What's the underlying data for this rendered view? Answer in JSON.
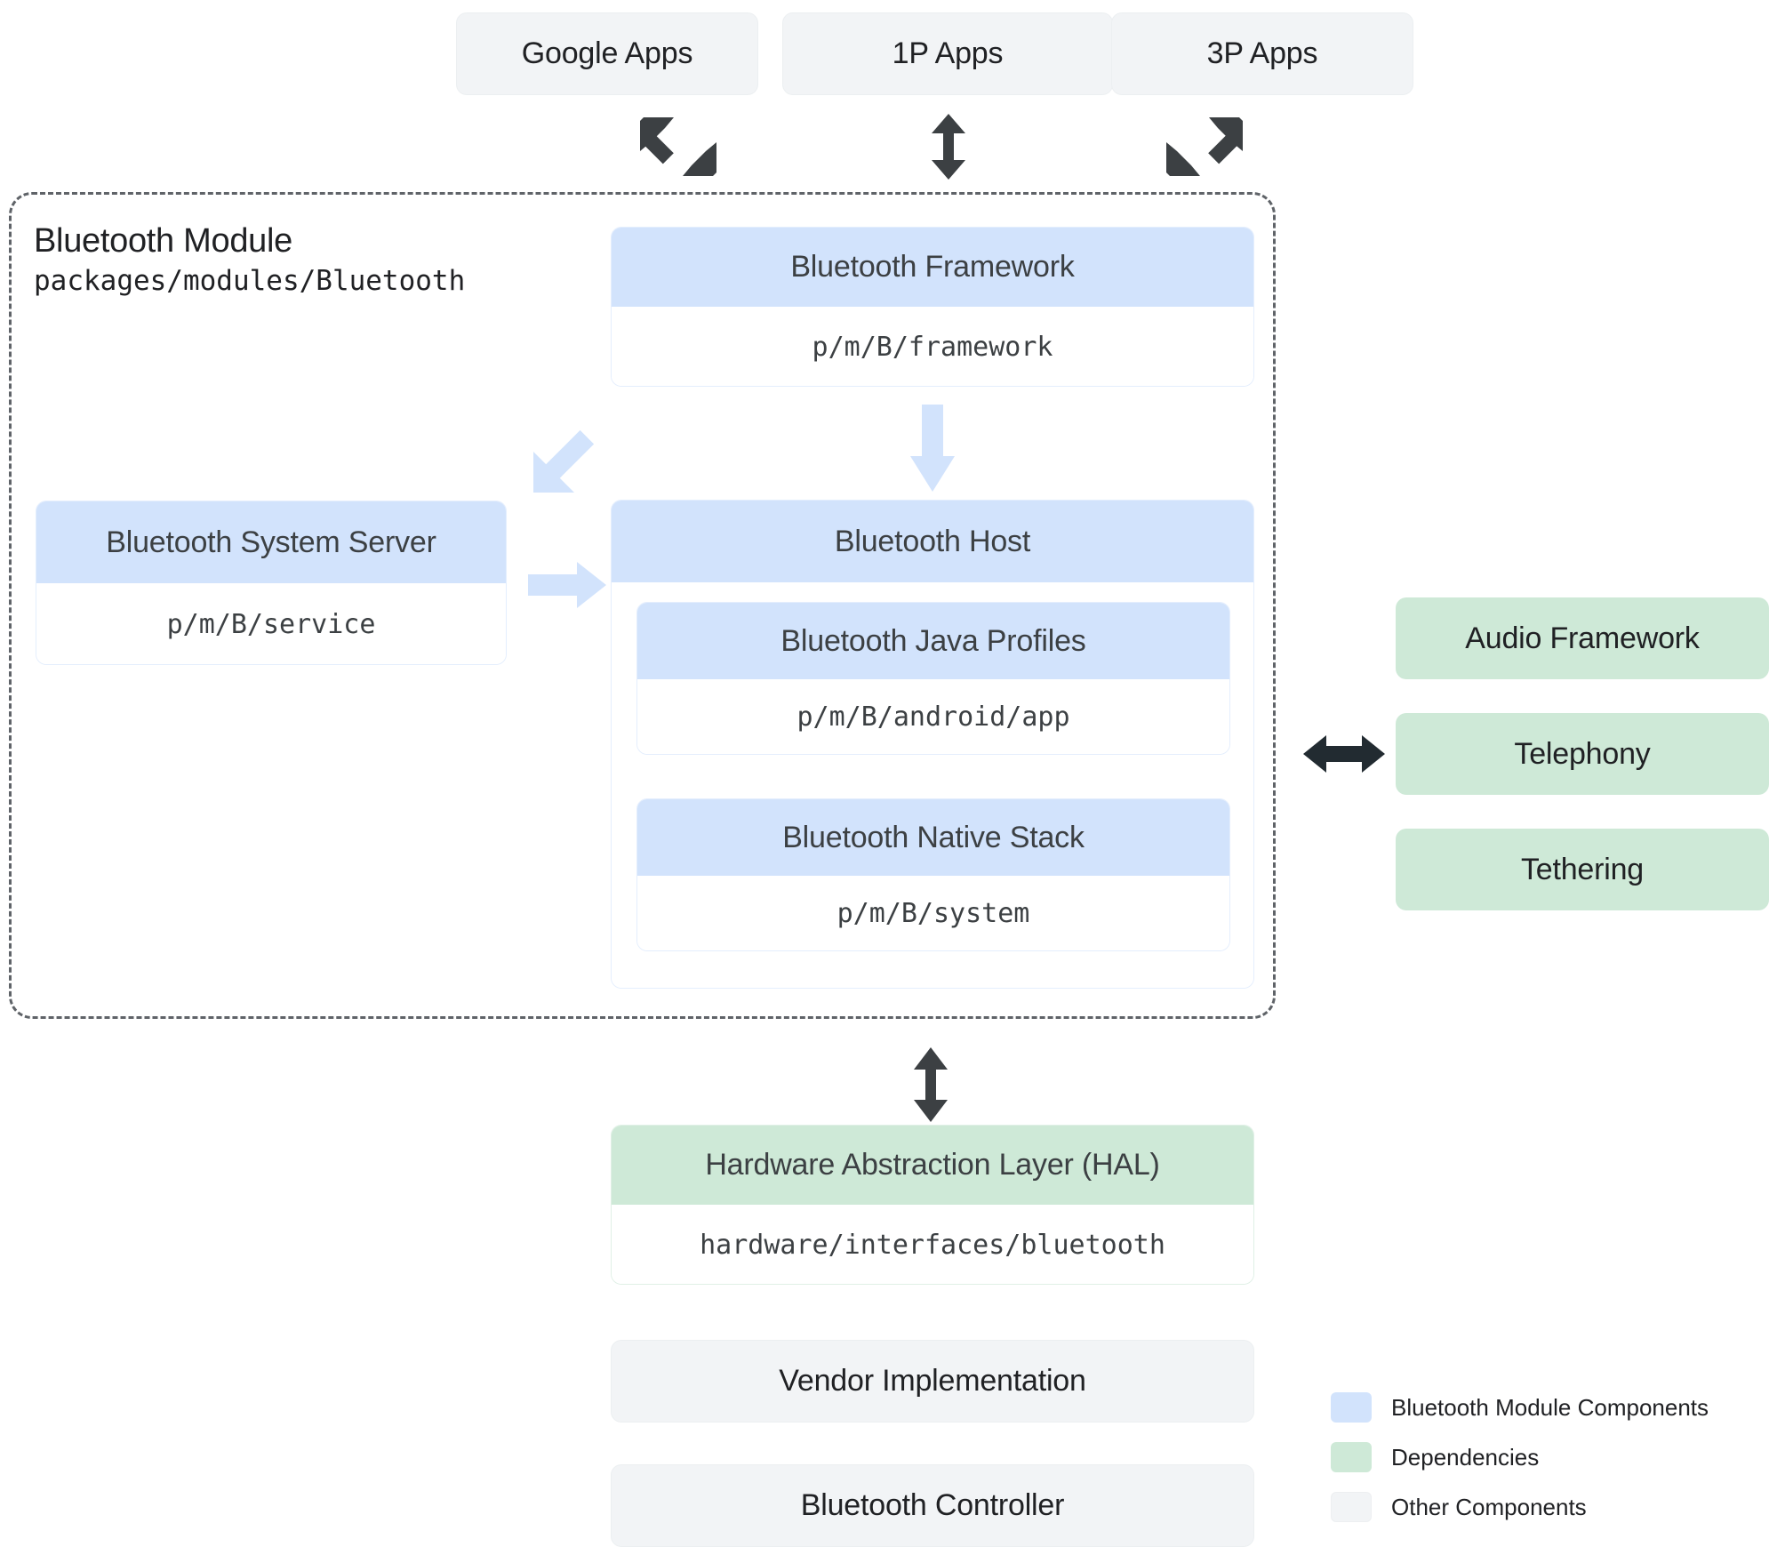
{
  "top_apps": [
    {
      "label": "Google Apps"
    },
    {
      "label": "1P Apps"
    },
    {
      "label": "3P Apps"
    }
  ],
  "module": {
    "title": "Bluetooth Module",
    "path": "packages/modules/Bluetooth"
  },
  "framework": {
    "title": "Bluetooth Framework",
    "path": "p/m/B/framework"
  },
  "system_server": {
    "title": "Bluetooth System Server",
    "path": "p/m/B/service"
  },
  "host": {
    "title": "Bluetooth Host",
    "children": [
      {
        "title": "Bluetooth Java Profiles",
        "path": "p/m/B/android/app"
      },
      {
        "title": "Bluetooth Native Stack",
        "path": "p/m/B/system"
      }
    ]
  },
  "dependencies": [
    {
      "label": "Audio Framework"
    },
    {
      "label": "Telephony"
    },
    {
      "label": "Tethering"
    }
  ],
  "hal": {
    "title": "Hardware Abstraction Layer (HAL)",
    "path": "hardware/interfaces/bluetooth"
  },
  "bottom": [
    {
      "label": "Vendor Implementation"
    },
    {
      "label": "Bluetooth Controller"
    }
  ],
  "legend": [
    {
      "label": "Bluetooth Module Components",
      "color": "#d2e3fc"
    },
    {
      "label": "Dependencies",
      "color": "#cee9d7"
    },
    {
      "label": "Other Components",
      "color": "#f2f4f6"
    }
  ],
  "colors": {
    "module_blue": "#d2e3fc",
    "dependency_green": "#cee9d7",
    "other_grey": "#f2f4f6",
    "arrow_dark": "#3c4043",
    "arrow_light_blue": "#d2e3fc",
    "dashed_border": "#5f6368"
  },
  "arrows": [
    {
      "name": "google-apps-to-module",
      "style": "double",
      "direction": "diagonal-nwse",
      "color": "#3c4043"
    },
    {
      "name": "1p-apps-to-framework",
      "style": "double",
      "direction": "vertical",
      "color": "#3c4043"
    },
    {
      "name": "3p-apps-to-module",
      "style": "double",
      "direction": "diagonal-nesw",
      "color": "#3c4043"
    },
    {
      "name": "framework-to-system-server",
      "style": "single",
      "direction": "down-left",
      "color": "#d2e3fc"
    },
    {
      "name": "framework-to-host",
      "style": "single",
      "direction": "down",
      "color": "#d2e3fc"
    },
    {
      "name": "system-server-to-host",
      "style": "single",
      "direction": "right",
      "color": "#d2e3fc"
    },
    {
      "name": "host-to-dependencies",
      "style": "double",
      "direction": "horizontal",
      "color": "#3c4043"
    },
    {
      "name": "module-to-hal",
      "style": "double",
      "direction": "vertical",
      "color": "#3c4043"
    }
  ]
}
